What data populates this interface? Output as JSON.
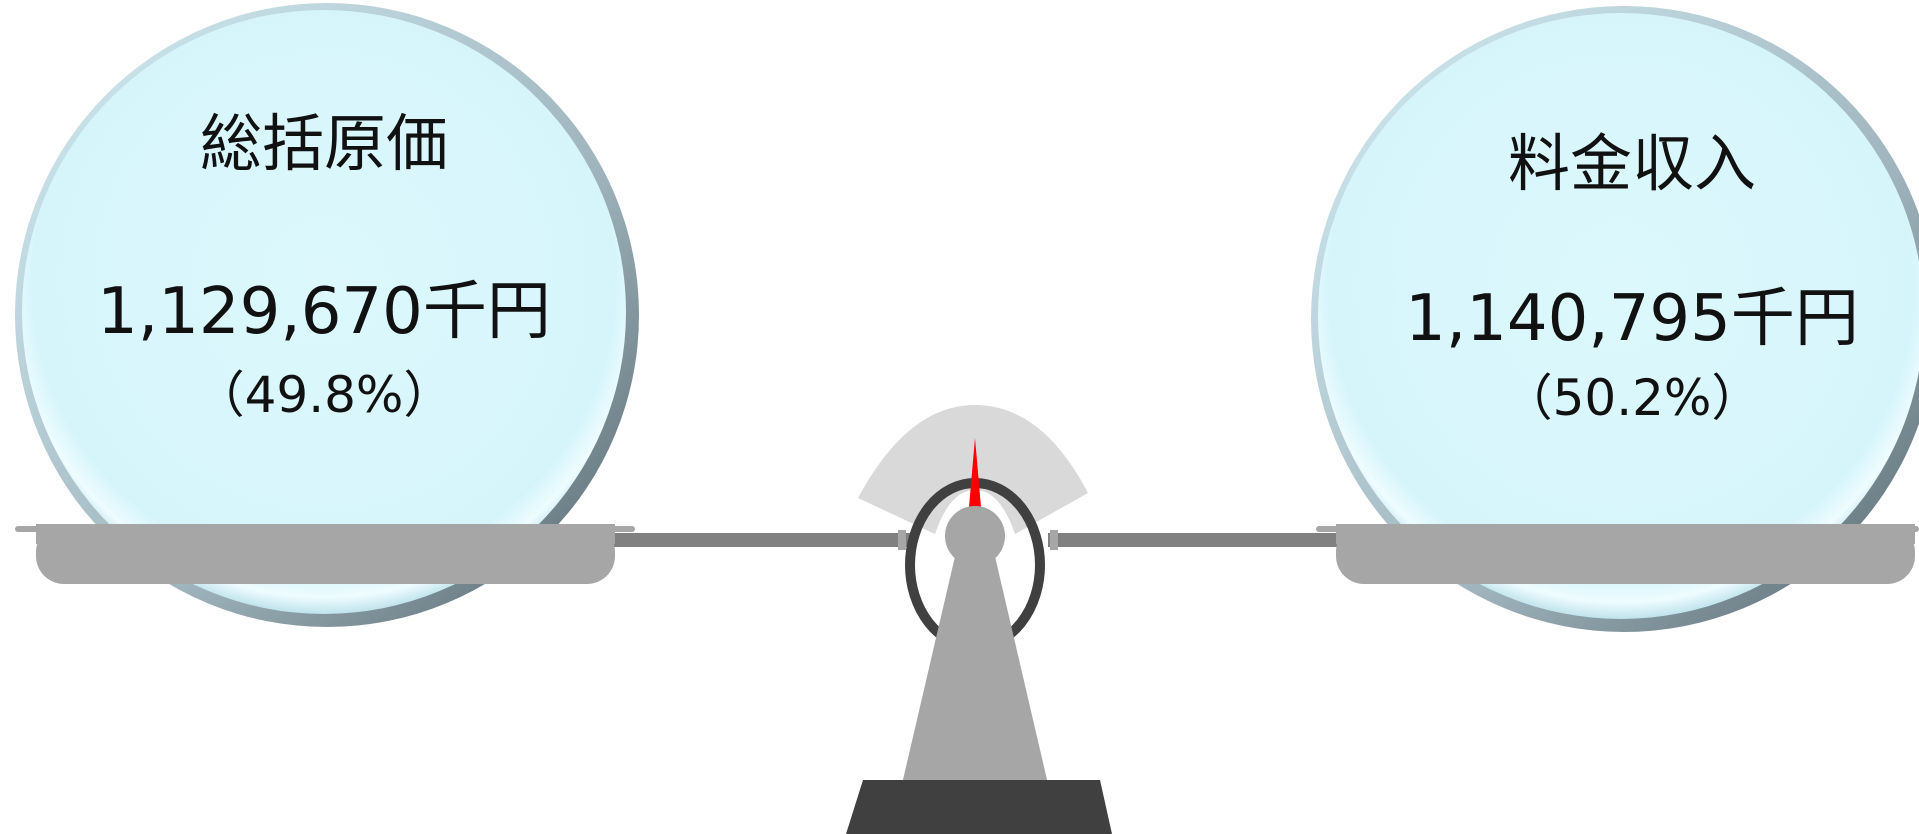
{
  "left_pan": {
    "title": "総括原価",
    "amount": "1,129,670千円",
    "share": "（49.8%）"
  },
  "right_pan": {
    "title": "料金収入",
    "amount": "1,140,795千円",
    "share": "（50.2%）"
  },
  "colors": {
    "bubble_fill": "#d8f6fc",
    "bubble_rim": "#6b7b83",
    "pan": "#a6a6a6",
    "beam": "#808080",
    "pillar": "#a6a6a6",
    "base": "#404040",
    "dial": "#d9d9d9",
    "needle": "#ff0000"
  }
}
